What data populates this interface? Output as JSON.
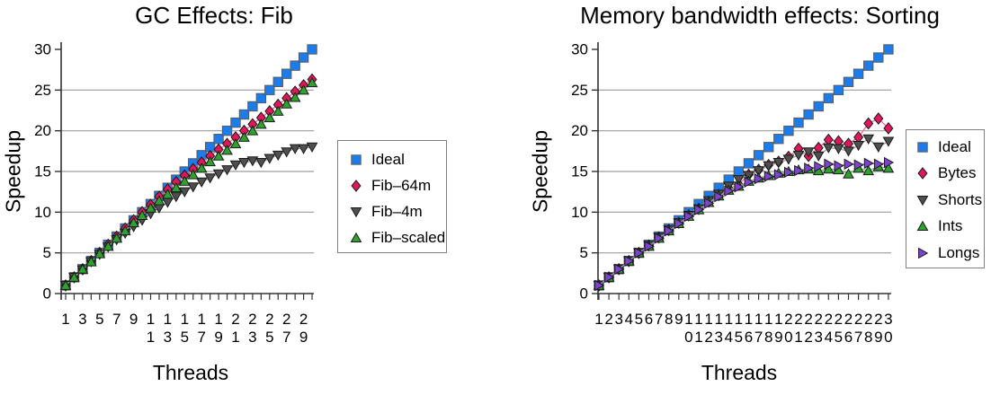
{
  "figure": {
    "background": "#ffffff",
    "grid_color": "#9c9c9c",
    "axis_color": "#333333"
  },
  "chart_data": [
    {
      "type": "scatter",
      "title": "GC Effects: Fib",
      "xlabel": "Threads",
      "ylabel": "Speedup",
      "ylim": [
        0,
        30
      ],
      "yticks": [
        0,
        5,
        10,
        15,
        20,
        25,
        30
      ],
      "grid": true,
      "legend_position": "right-outside",
      "x": [
        1,
        2,
        3,
        4,
        5,
        6,
        7,
        8,
        9,
        10,
        11,
        12,
        13,
        14,
        15,
        16,
        17,
        18,
        19,
        20,
        21,
        22,
        23,
        24,
        25,
        26,
        27,
        28,
        29,
        30
      ],
      "labeled_xticks": [
        1,
        3,
        5,
        7,
        9,
        11,
        13,
        15,
        17,
        19,
        21,
        23,
        25,
        27,
        29
      ],
      "series": [
        {
          "name": "Ideal",
          "marker": "square",
          "color": "#1d7ceb",
          "line_color": "#1d7ceb",
          "values": [
            1,
            2,
            3,
            4,
            5,
            6,
            7,
            8,
            9,
            10,
            11,
            12,
            13,
            14,
            15,
            16,
            17,
            18,
            19,
            20,
            21,
            22,
            23,
            24,
            25,
            26,
            27,
            28,
            29,
            30
          ]
        },
        {
          "name": "Fib–64m",
          "marker": "diamond",
          "color": "#e0175a",
          "line_color": "#f2608f",
          "values": [
            1,
            2,
            3,
            4,
            5,
            6,
            7,
            8,
            9,
            10,
            10.9,
            11.9,
            12.8,
            13.7,
            14.5,
            15.3,
            16.1,
            16.9,
            17.7,
            18.4,
            19.2,
            20,
            20.8,
            21.6,
            22.4,
            23.2,
            24,
            24.8,
            25.6,
            26.3
          ]
        },
        {
          "name": "Fib–4m",
          "marker": "triangle-down",
          "color": "#4f4f4f",
          "line_color": "#9a9a9a",
          "values": [
            1,
            2,
            2.9,
            3.9,
            4.8,
            5.7,
            6.6,
            7.4,
            8.2,
            9,
            9.8,
            10.5,
            11.2,
            11.9,
            12.5,
            13.1,
            13.7,
            14.2,
            14.7,
            15.2,
            15.8,
            16.1,
            16.3,
            16.1,
            16.6,
            17,
            17.4,
            17.8,
            17.8,
            18
          ]
        },
        {
          "name": "Fib–scaled",
          "marker": "triangle-up",
          "color": "#2fa12f",
          "line_color": "#6abf69",
          "values": [
            1,
            2,
            3,
            3.9,
            4.9,
            5.8,
            6.8,
            7.7,
            8.7,
            9.6,
            10.5,
            11.4,
            12.2,
            13,
            13.8,
            14.6,
            15.4,
            16.2,
            16.9,
            17.6,
            18.4,
            19.2,
            20,
            20.8,
            21.6,
            22.4,
            23.3,
            24.1,
            25,
            25.9
          ]
        }
      ]
    },
    {
      "type": "scatter",
      "title": "Memory bandwidth effects: Sorting",
      "xlabel": "Threads",
      "ylabel": "Speedup",
      "ylim": [
        0,
        30
      ],
      "yticks": [
        0,
        5,
        10,
        15,
        20,
        25,
        30
      ],
      "grid": true,
      "legend_position": "right-outside",
      "x": [
        1,
        2,
        3,
        4,
        5,
        6,
        7,
        8,
        9,
        10,
        11,
        12,
        13,
        14,
        15,
        16,
        17,
        18,
        19,
        20,
        21,
        22,
        23,
        24,
        25,
        26,
        27,
        28,
        29,
        30
      ],
      "labeled_xticks": [
        1,
        2,
        3,
        4,
        5,
        6,
        7,
        8,
        9,
        10,
        11,
        12,
        13,
        14,
        15,
        16,
        17,
        18,
        19,
        20,
        21,
        22,
        23,
        24,
        25,
        26,
        27,
        28,
        29,
        30
      ],
      "series": [
        {
          "name": "Ideal",
          "marker": "square",
          "color": "#1d7ceb",
          "line_color": "#1d7ceb",
          "values": [
            1,
            2,
            3,
            4,
            5,
            6,
            7,
            8,
            9,
            10,
            11,
            12,
            13,
            14,
            15,
            16,
            17,
            18,
            19,
            20,
            21,
            22,
            23,
            24,
            25,
            26,
            27,
            28,
            29,
            30
          ]
        },
        {
          "name": "Bytes",
          "marker": "diamond",
          "color": "#e0175a",
          "line_color": "#f2608f",
          "values": [
            1,
            2,
            3,
            4,
            5,
            5.9,
            6.9,
            7.8,
            8.7,
            9.6,
            10.4,
            11.3,
            12.1,
            12.9,
            13.4,
            14.6,
            15.2,
            15.8,
            16.2,
            16.8,
            17.8,
            16.9,
            17.9,
            18.9,
            18.7,
            18.4,
            19.2,
            20.9,
            21.5,
            20.3
          ]
        },
        {
          "name": "Shorts",
          "marker": "triangle-down",
          "color": "#4f4f4f",
          "line_color": "#9a9a9a",
          "values": [
            1,
            2,
            3,
            4,
            5,
            5.9,
            6.9,
            7.8,
            8.7,
            9.6,
            10.4,
            11.4,
            12.2,
            13.2,
            14,
            14.5,
            15.1,
            15.7,
            16.1,
            16.5,
            17,
            17.4,
            16.9,
            17.9,
            17.8,
            17.5,
            18.2,
            19,
            18,
            18.7
          ]
        },
        {
          "name": "Ints",
          "marker": "triangle-up",
          "color": "#2fa12f",
          "line_color": "#6abf69",
          "values": [
            1,
            2,
            3,
            4,
            5,
            5.8,
            6.8,
            7.7,
            8.6,
            9.5,
            10.3,
            11.2,
            12,
            12.7,
            13.2,
            13.8,
            14.2,
            14.5,
            14.8,
            15,
            15.2,
            15.3,
            15.1,
            15.3,
            15.2,
            14.7,
            15.4,
            15.1,
            15.6,
            15.4
          ]
        },
        {
          "name": "Longs",
          "marker": "triangle-right",
          "color": "#7e44cb",
          "line_color": "#a481d6",
          "values": [
            1,
            2,
            3,
            4,
            5,
            5.8,
            6.8,
            7.7,
            8.6,
            9.5,
            10.3,
            11.1,
            11.9,
            12.6,
            13.1,
            13.7,
            14.1,
            14.4,
            14.6,
            14.9,
            15.1,
            15.4,
            15.6,
            15.9,
            15.7,
            15.9,
            15.8,
            16,
            15.9,
            16.1
          ]
        }
      ]
    }
  ]
}
